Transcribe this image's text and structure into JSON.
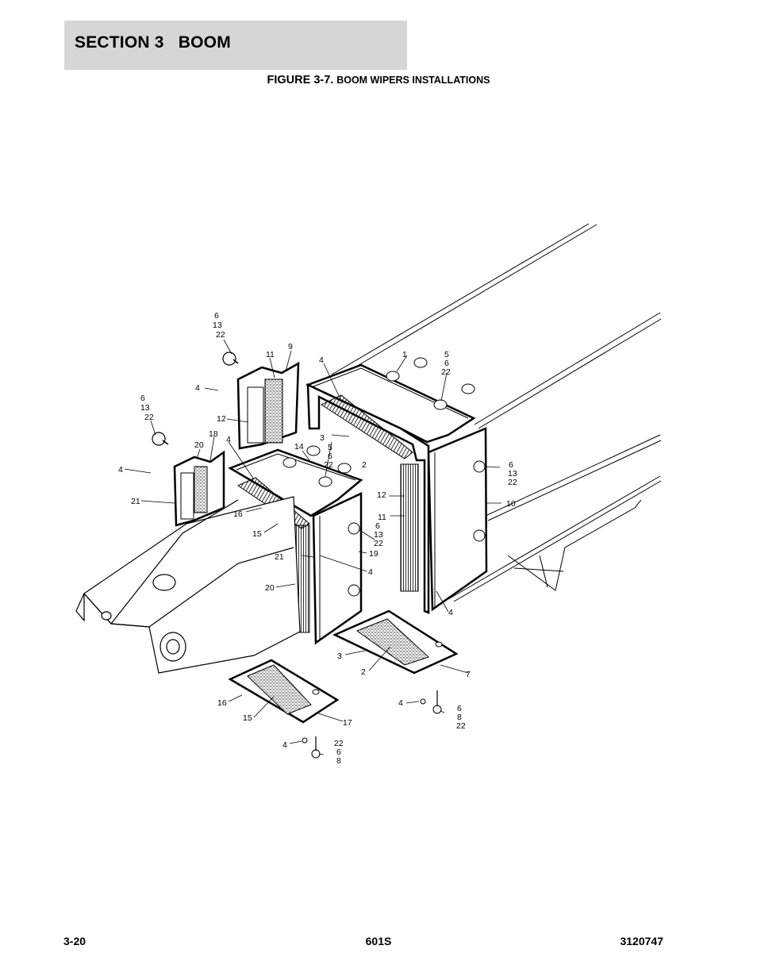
{
  "header": {
    "section": "SECTION 3   BOOM"
  },
  "figure": {
    "label": "FIGURE 3-7.",
    "title": "BOOM WIPERS INSTALLATIONS"
  },
  "callouts": {
    "c6_13_22_a": [
      "6",
      "13",
      "22"
    ],
    "c6_13_22_b": [
      "6",
      "13",
      "22"
    ],
    "c6_13_22_c": [
      "6",
      "13",
      "22"
    ],
    "c6_13_22_d": [
      "6",
      "13",
      "22"
    ],
    "c5_6_22_a": [
      "5",
      "6",
      "22"
    ],
    "c5_6_22_b": [
      "5",
      "6",
      "22"
    ],
    "c6_8_22": [
      "6",
      "8",
      "22"
    ],
    "c22_6_8": [
      "22",
      "6",
      "8"
    ],
    "singles": {
      "n1": "1",
      "n2a": "2",
      "n2b": "2",
      "n3a": "3",
      "n3b": "3",
      "n4a": "4",
      "n4b": "4",
      "n4c": "4",
      "n4d": "4",
      "n4e": "4",
      "n4f": "4",
      "n4g": "4",
      "n4h": "4",
      "n7": "7",
      "n9": "9",
      "n10": "10",
      "n11a": "11",
      "n11b": "11",
      "n12a": "12",
      "n12b": "12",
      "n14": "14",
      "n15a": "15",
      "n15b": "15",
      "n16a": "16",
      "n16b": "16",
      "n17": "17",
      "n18": "18",
      "n19": "19",
      "n20a": "20",
      "n20b": "20",
      "n21a": "21",
      "n21b": "21"
    }
  },
  "footer": {
    "page": "3-20",
    "model": "601S",
    "doc_number": "3120747"
  }
}
